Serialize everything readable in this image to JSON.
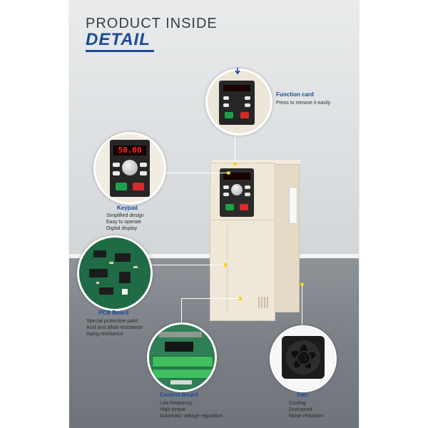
{
  "header": {
    "title_line1": "PRODUCT INSIDE",
    "title_line2": "DETAIL"
  },
  "callouts": {
    "function_card": {
      "title": "Function card",
      "text": "Press to remove it easily"
    },
    "keypad": {
      "title": "Keypad",
      "lines": [
        "Simplified design",
        "Easy to operate",
        "Digital display"
      ]
    },
    "pcb_board": {
      "title": "PCB Board",
      "lines": [
        "Special protective paint",
        "Acid and alkali resistance",
        "Aging resistance"
      ]
    },
    "control_board": {
      "title": "Control Board",
      "lines": [
        "Low frequency",
        "High torque",
        "Automatic voltage regulation"
      ]
    },
    "fan": {
      "title": "Fan",
      "lines": [
        "Cooling",
        "Dust-proof",
        "Noise reduction"
      ]
    }
  },
  "keypad_display": "50.00",
  "colors": {
    "accent": "#1b4b9a",
    "marker": "#f4d000",
    "display_red": "#ff2a2a",
    "start_green": "#1ea04a",
    "stop_red": "#d62b2b"
  },
  "icons": {
    "function_card_arrow": "arrow-down-icon"
  }
}
